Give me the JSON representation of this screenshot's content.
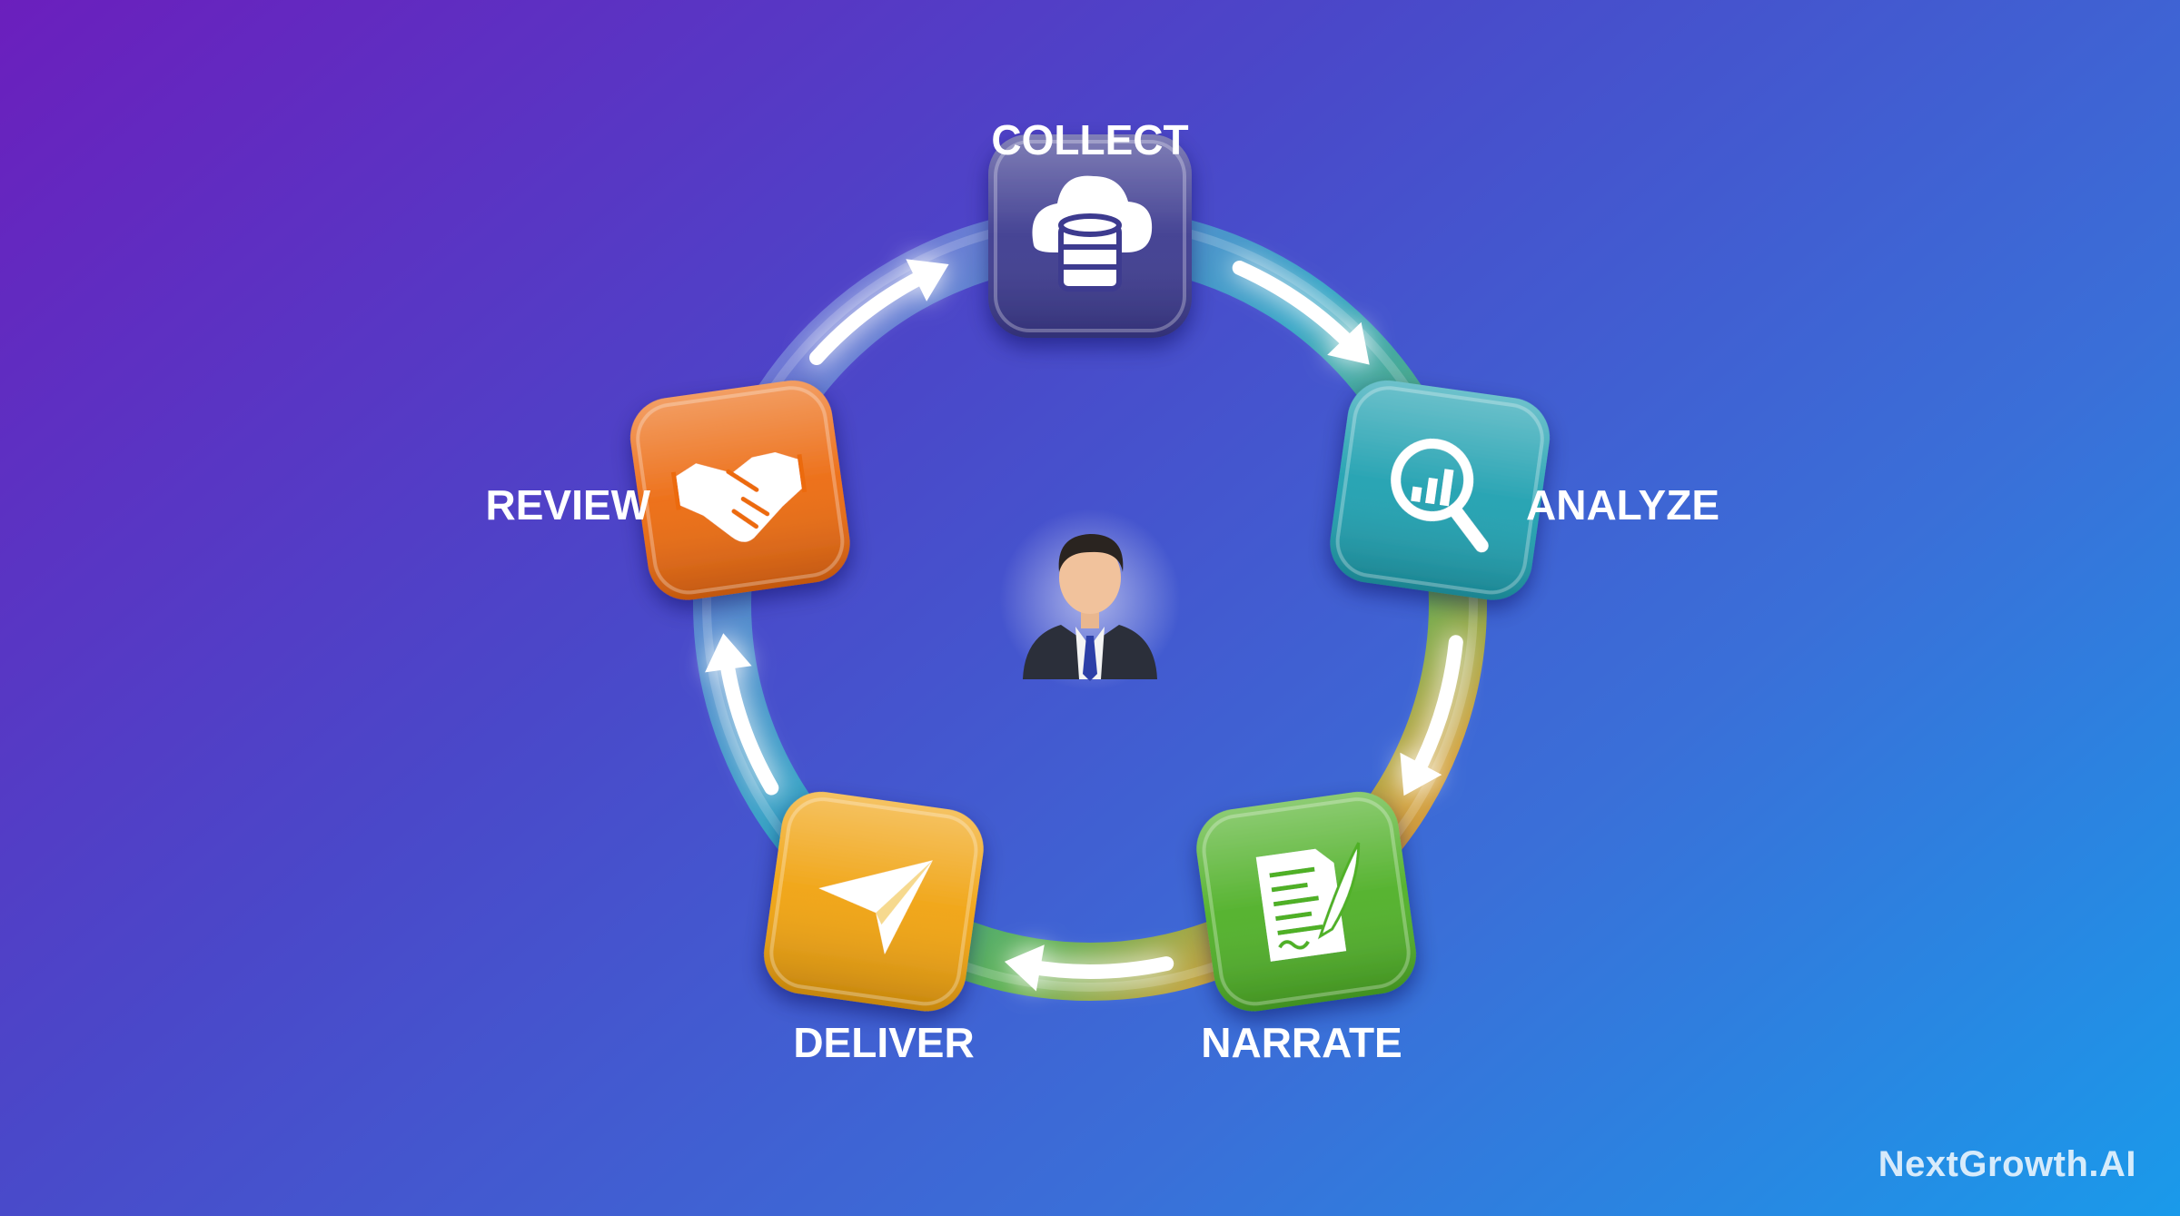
{
  "steps": [
    {
      "label": "COLLECT",
      "icon": "cloud-database-icon",
      "color": "#3c3a8f"
    },
    {
      "label": "ANALYZE",
      "icon": "magnifier-chart-icon",
      "color": "#1fa0b0"
    },
    {
      "label": "NARRATE",
      "icon": "document-quill-icon",
      "color": "#4fb027"
    },
    {
      "label": "DELIVER",
      "icon": "paper-plane-icon",
      "color": "#f0a20e"
    },
    {
      "label": "REVIEW",
      "icon": "handshake-icon",
      "color": "#ec6a10"
    }
  ],
  "center": {
    "icon": "businessman-icon"
  },
  "brand": {
    "name": "NextGrowth.AI"
  }
}
